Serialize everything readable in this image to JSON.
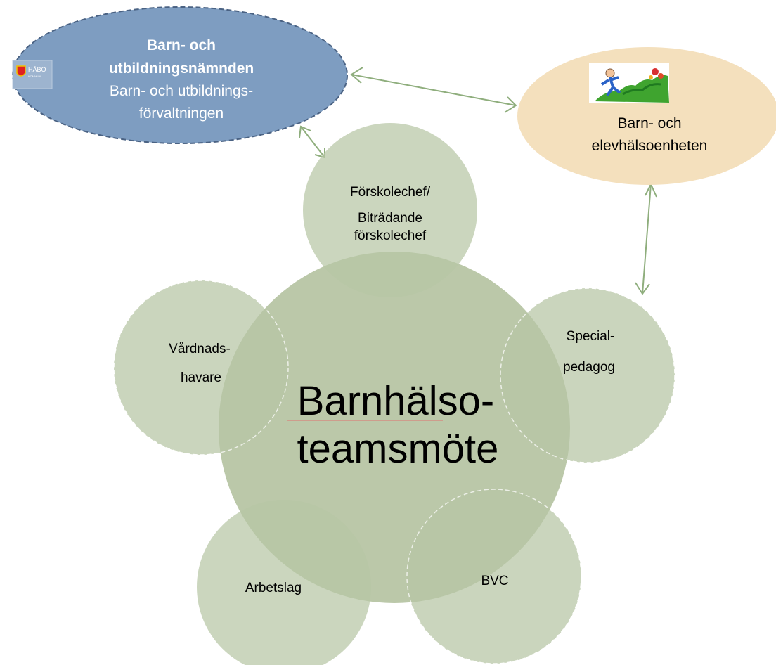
{
  "colors": {
    "circle_fill": "#b7c6a5",
    "circle_opacity": 0.75,
    "center_fill": "#b5c3a2",
    "top_left_fill": "#7e9dc1",
    "top_left_border": "#4a6283",
    "top_right_fill": "#f4e0bd",
    "arrow_color": "#8fae7d"
  },
  "top_left": {
    "logo_text": "HÅBO",
    "logo_sub": "KOMMUN",
    "title_line1": "Barn- och",
    "title_line2": "utbildningsnämnden",
    "sub_line1": "Barn- och utbildnings-",
    "sub_line2": "förvaltningen"
  },
  "top_right": {
    "icon": "child-climbing-image",
    "line1": "Barn- och",
    "line2": "elevhälsoenheten"
  },
  "center": {
    "line1": "Barnhälso-",
    "line2": "teamsmöte"
  },
  "satellites": {
    "forskolechef": {
      "line1": "Förskolechef/",
      "line2": "Biträdande",
      "line3": "förskolechef"
    },
    "vardnadshavare": {
      "line1": "Vårdnads-",
      "line2": "havare"
    },
    "specialpedagog": {
      "line1": "Special-",
      "line2": "pedagog"
    },
    "arbetslag": {
      "line1": "Arbetslag"
    },
    "bvc": {
      "line1": "BVC"
    }
  }
}
